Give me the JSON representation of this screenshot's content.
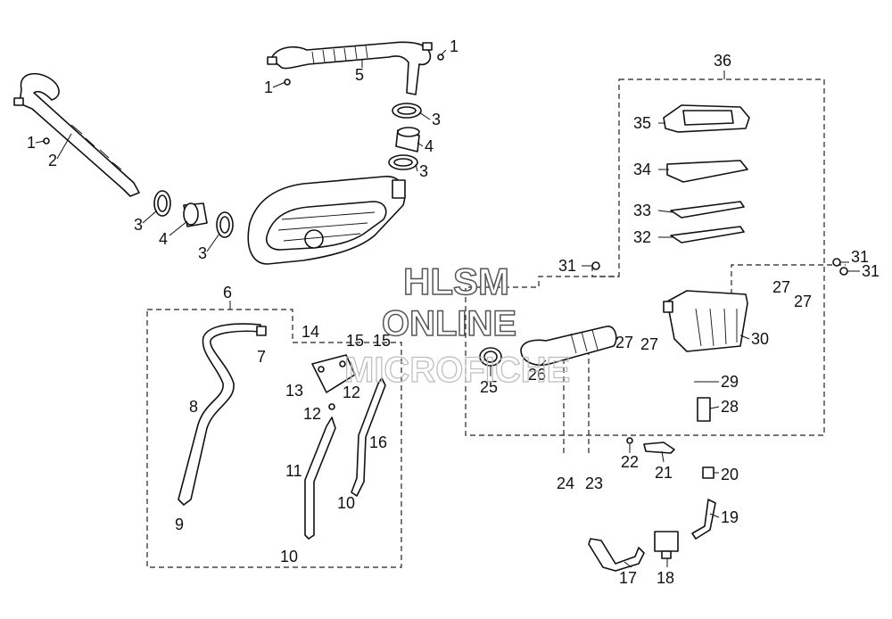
{
  "watermark": {
    "line1": "HLSM",
    "line2": "ONLINE",
    "line3": "MICROFICHE"
  },
  "callouts": [
    {
      "id": "c1a",
      "text": "1"
    },
    {
      "id": "c1b",
      "text": "1"
    },
    {
      "id": "c1c",
      "text": "1"
    },
    {
      "id": "c2",
      "text": "2"
    },
    {
      "id": "c3a",
      "text": "3"
    },
    {
      "id": "c3b",
      "text": "3"
    },
    {
      "id": "c3c",
      "text": "3"
    },
    {
      "id": "c3d",
      "text": "3"
    },
    {
      "id": "c4a",
      "text": "4"
    },
    {
      "id": "c4b",
      "text": "4"
    },
    {
      "id": "c5",
      "text": "5"
    },
    {
      "id": "c6",
      "text": "6"
    },
    {
      "id": "c7",
      "text": "7"
    },
    {
      "id": "c8",
      "text": "8"
    },
    {
      "id": "c9",
      "text": "9"
    },
    {
      "id": "c10a",
      "text": "10"
    },
    {
      "id": "c10b",
      "text": "10"
    },
    {
      "id": "c11",
      "text": "11"
    },
    {
      "id": "c12a",
      "text": "12"
    },
    {
      "id": "c12b",
      "text": "12"
    },
    {
      "id": "c13",
      "text": "13"
    },
    {
      "id": "c14",
      "text": "14"
    },
    {
      "id": "c15a",
      "text": "15"
    },
    {
      "id": "c15b",
      "text": "15"
    },
    {
      "id": "c16",
      "text": "16"
    },
    {
      "id": "c17",
      "text": "17"
    },
    {
      "id": "c18",
      "text": "18"
    },
    {
      "id": "c19",
      "text": "19"
    },
    {
      "id": "c20",
      "text": "20"
    },
    {
      "id": "c21",
      "text": "21"
    },
    {
      "id": "c22",
      "text": "22"
    },
    {
      "id": "c23",
      "text": "23"
    },
    {
      "id": "c24",
      "text": "24"
    },
    {
      "id": "c25",
      "text": "25"
    },
    {
      "id": "c26",
      "text": "26"
    },
    {
      "id": "c27a",
      "text": "27"
    },
    {
      "id": "c27b",
      "text": "27"
    },
    {
      "id": "c27c",
      "text": "27"
    },
    {
      "id": "c27d",
      "text": "27"
    },
    {
      "id": "c28",
      "text": "28"
    },
    {
      "id": "c29",
      "text": "29"
    },
    {
      "id": "c30",
      "text": "30"
    },
    {
      "id": "c31a",
      "text": "31"
    },
    {
      "id": "c31b",
      "text": "31"
    },
    {
      "id": "c31c",
      "text": "31"
    },
    {
      "id": "c32",
      "text": "32"
    },
    {
      "id": "c33",
      "text": "33"
    },
    {
      "id": "c34",
      "text": "34"
    },
    {
      "id": "c35",
      "text": "35"
    },
    {
      "id": "c36",
      "text": "36"
    }
  ]
}
